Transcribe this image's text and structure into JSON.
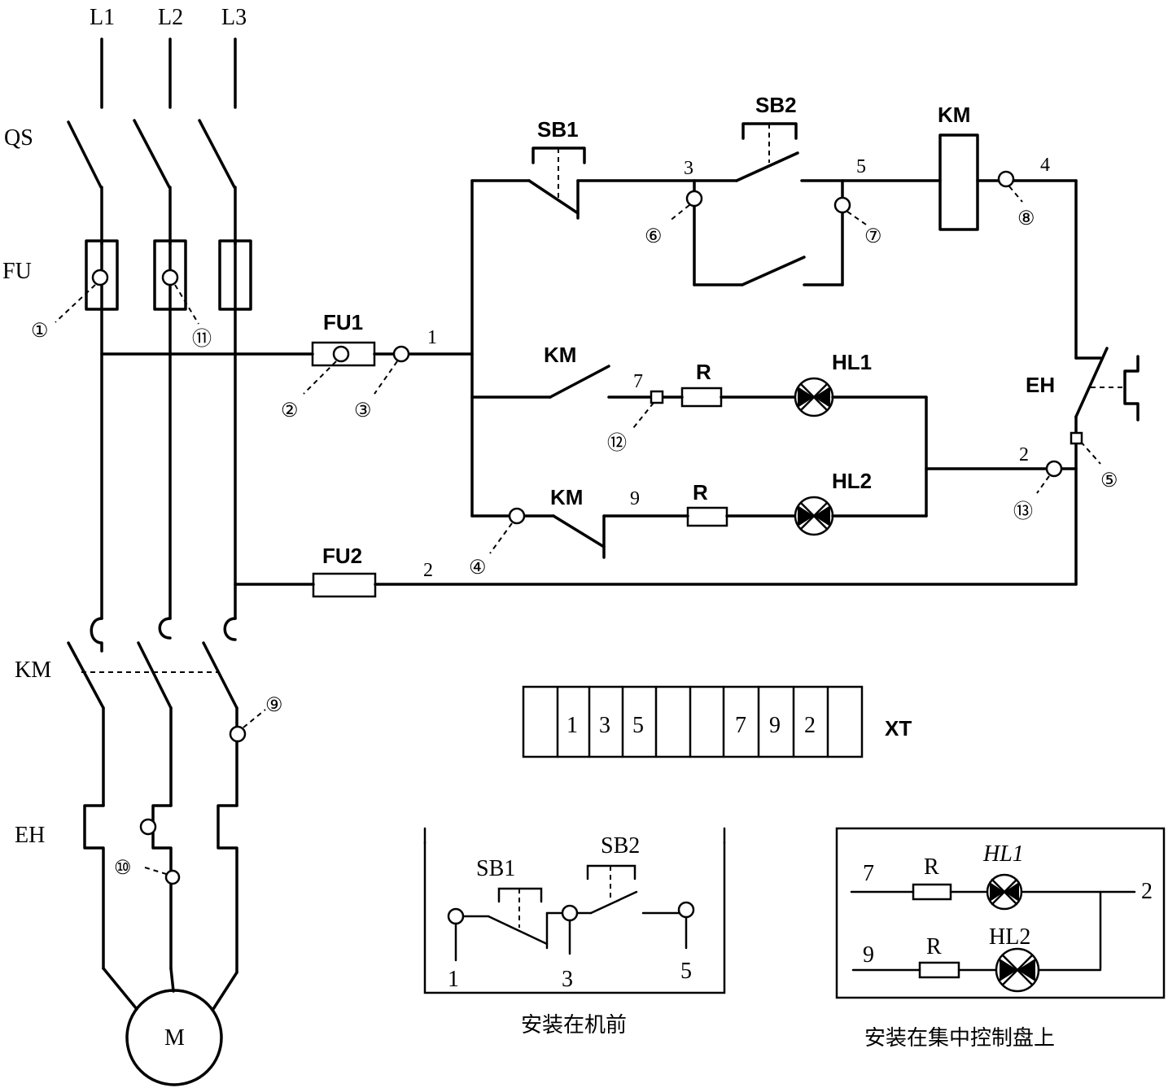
{
  "lines": [
    "L1",
    "L2",
    "L3"
  ],
  "main_labels": {
    "qs": "QS",
    "fu": "FU",
    "km": "KM",
    "eh": "EH",
    "motor": "M"
  },
  "control_labels": {
    "sb1": "SB1",
    "sb2": "SB2",
    "km_coil": "KM",
    "km_nc_aux": "KM",
    "km_no_aux": "KM",
    "fu1": "FU1",
    "fu2": "FU2",
    "hl1": "HL1",
    "hl2": "HL2",
    "r1": "R",
    "r2": "R",
    "eh": "EH"
  },
  "wire_numbers": {
    "n1": "1",
    "n3": "3",
    "n5": "5",
    "n4": "4",
    "n7": "7",
    "n9": "9",
    "n2a": "2",
    "n2b": "2"
  },
  "fault_markers": [
    "①",
    "②",
    "③",
    "④",
    "⑤",
    "⑥",
    "⑦",
    "⑧",
    "⑨",
    "⑩",
    "⑪",
    "⑫",
    "⑬"
  ],
  "terminal_strip": {
    "label": "XT",
    "cells": [
      "",
      "1",
      "3",
      "5",
      "",
      "",
      "7",
      "9",
      "2",
      ""
    ]
  },
  "panel_front": {
    "caption": "安装在机前",
    "sb1": "SB1",
    "sb2": "SB2",
    "t1": "1",
    "t3": "3",
    "t5": "5"
  },
  "panel_central": {
    "caption": "安装在集中控制盘上",
    "hl1": "HL1",
    "hl2": "HL2",
    "r1": "R",
    "r2": "R",
    "t7": "7",
    "t9": "9",
    "t2": "2"
  }
}
